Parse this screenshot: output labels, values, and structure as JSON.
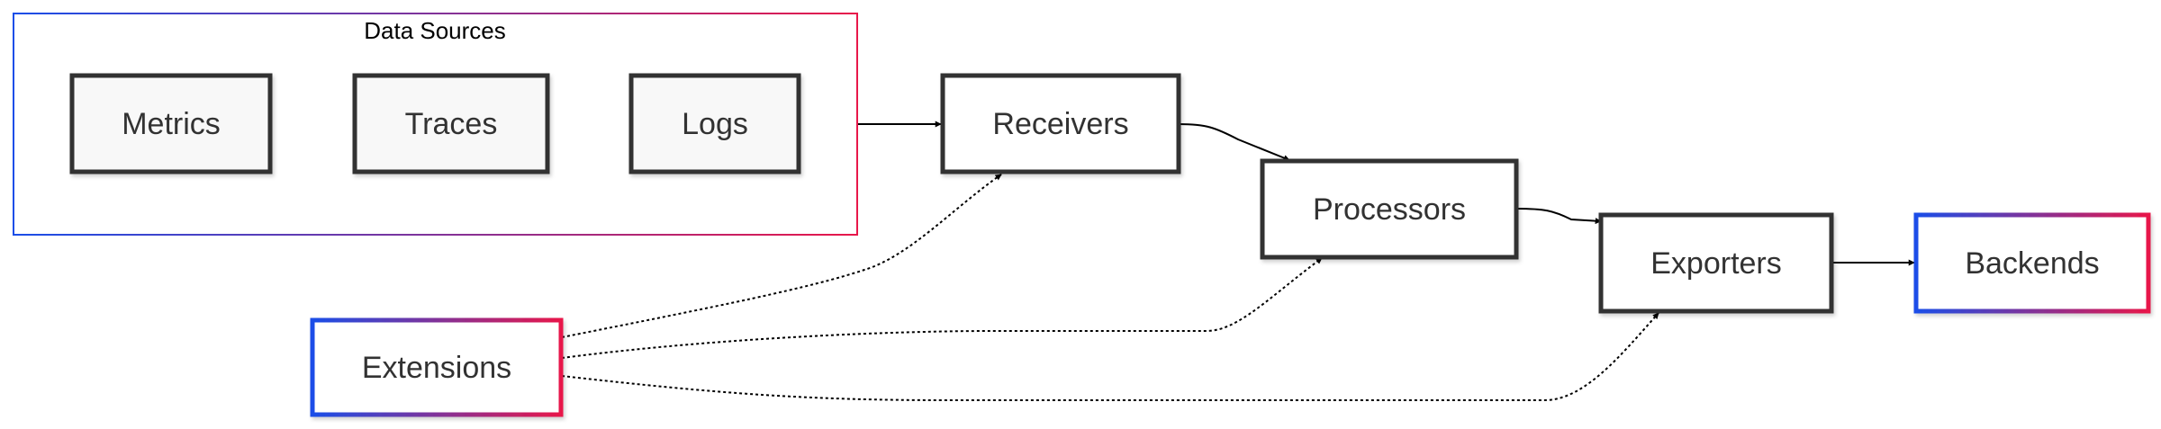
{
  "diagram": {
    "group": {
      "label": "Data Sources"
    },
    "nodes": {
      "metrics": "Metrics",
      "traces": "Traces",
      "logs": "Logs",
      "receivers": "Receivers",
      "processors": "Processors",
      "exporters": "Exporters",
      "backends": "Backends",
      "extensions": "Extensions"
    },
    "edges": [
      {
        "from": "Data Sources",
        "to": "Receivers",
        "style": "solid"
      },
      {
        "from": "Receivers",
        "to": "Processors",
        "style": "solid"
      },
      {
        "from": "Processors",
        "to": "Exporters",
        "style": "solid"
      },
      {
        "from": "Exporters",
        "to": "Backends",
        "style": "solid"
      },
      {
        "from": "Extensions",
        "to": "Receivers",
        "style": "dotted"
      },
      {
        "from": "Extensions",
        "to": "Processors",
        "style": "dotted"
      },
      {
        "from": "Extensions",
        "to": "Exporters",
        "style": "dotted"
      }
    ],
    "colors": {
      "gradient_start": "#1a4ee8",
      "gradient_end": "#e8174a",
      "node_border": "#333333",
      "node_fill": "#f8f8f8",
      "text": "#333333"
    }
  }
}
